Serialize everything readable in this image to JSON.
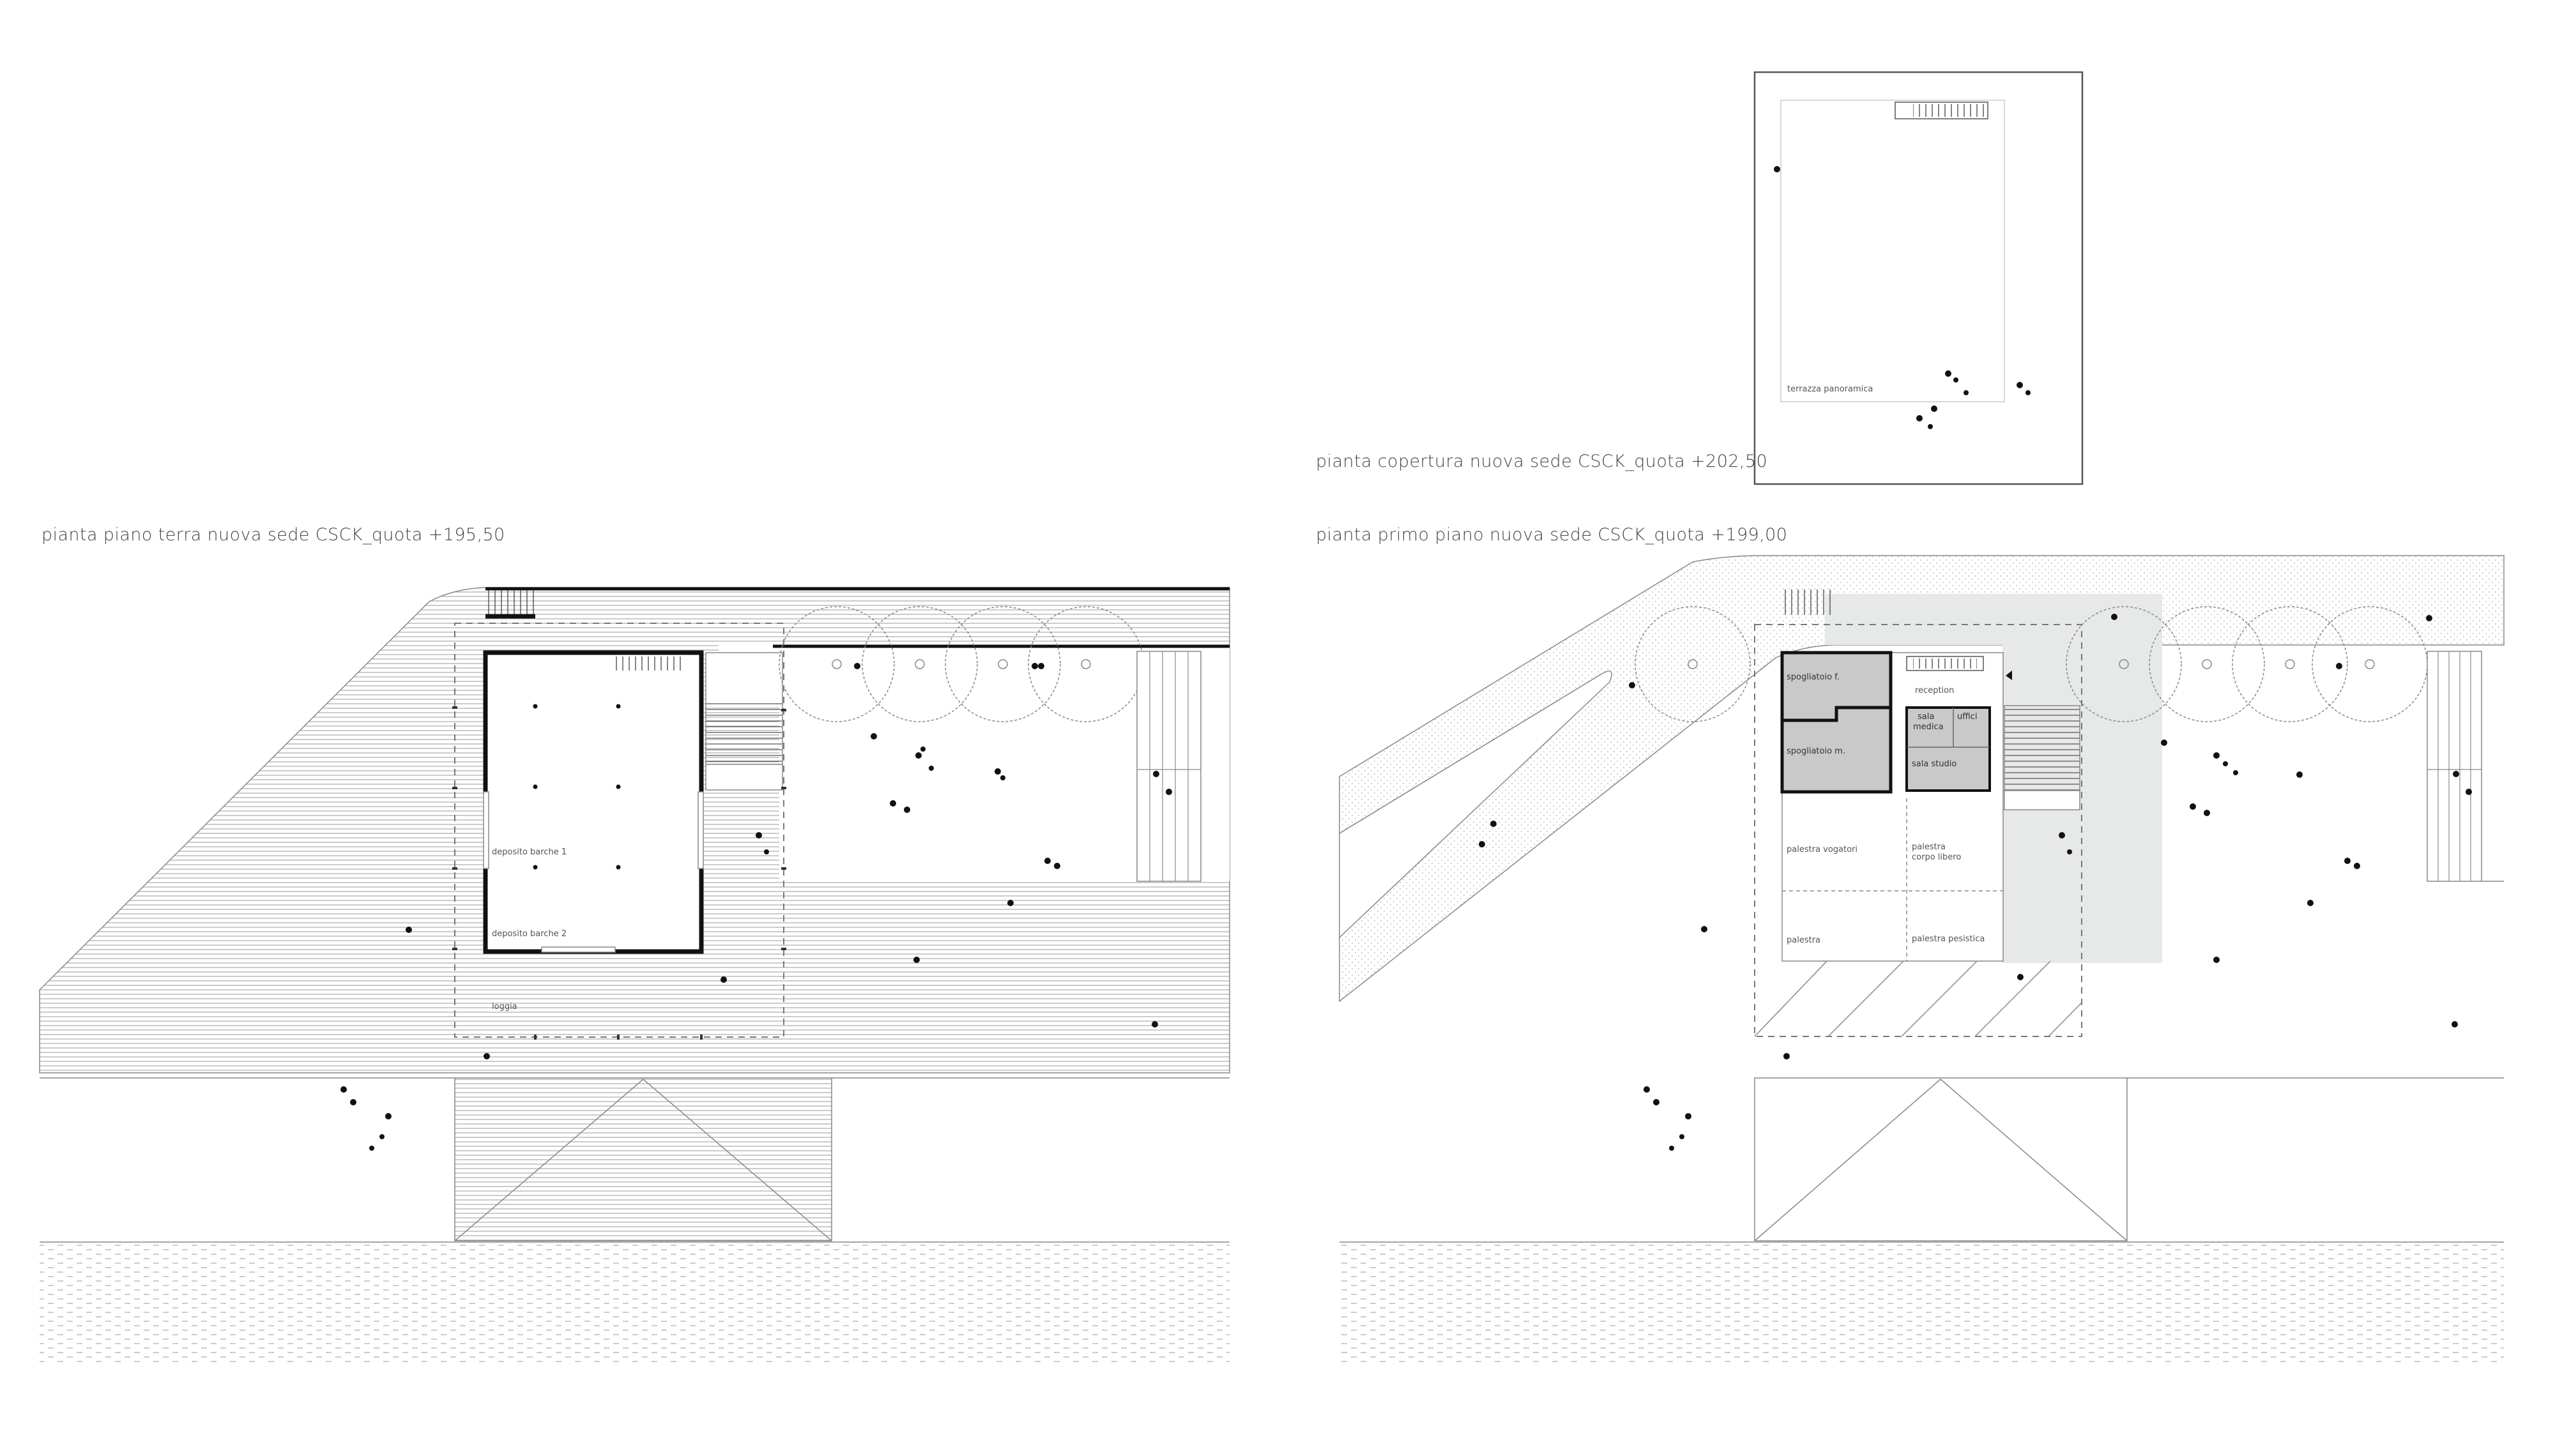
{
  "colors": {
    "background": "#ffffff",
    "line": "#888888",
    "wall": "#111111",
    "room_fill_grey": "#c9c9c9",
    "shade": "#e7e8e8",
    "text": "#444444"
  },
  "plans": {
    "ground_floor": {
      "title": "pianta piano terra nuova sede CSCK_quota +195,50",
      "rooms": {
        "deposito_1": "deposito barche 1",
        "deposito_2": "deposito barche 2",
        "loggia": "loggia"
      }
    },
    "first_floor": {
      "title": "pianta primo piano nuova sede CSCK_quota +199,00",
      "rooms": {
        "spogliatoio_f": "spogliatoio f.",
        "spogliatoio_m": "spogliatoio m.",
        "reception": "reception",
        "sala_medica_1": "sala",
        "sala_medica_2": "medica",
        "uffici": "uffici",
        "sala_studio": "sala studio",
        "palestra_vogatori": "palestra vogatori",
        "palestra_corpo_1": "palestra",
        "palestra_corpo_2": "corpo libero",
        "palestra": "palestra",
        "palestra_pesistica": "palestra pesistica"
      }
    },
    "roof": {
      "title": "pianta copertura nuova sede CSCK_quota +202,50",
      "rooms": {
        "terrazza": "terrazza panoramica"
      }
    }
  }
}
